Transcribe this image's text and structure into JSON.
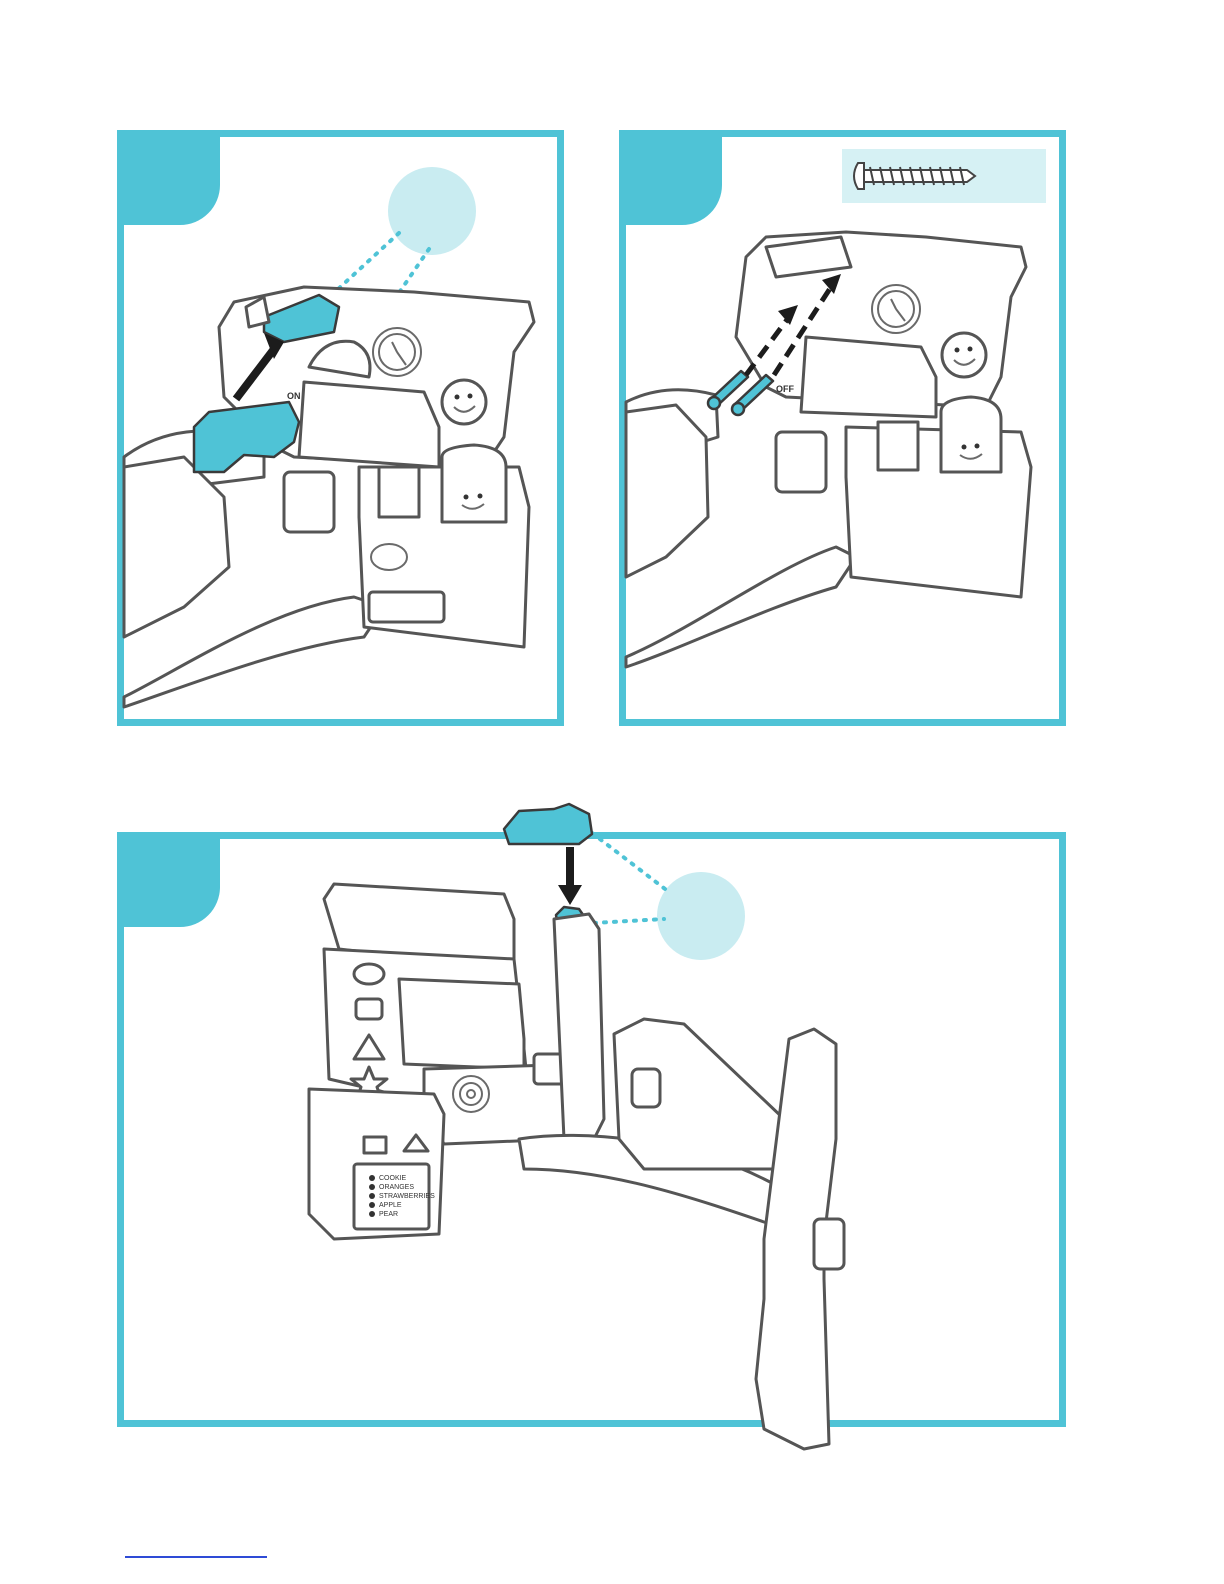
{
  "page": {
    "accent_color": "#4fc3d6",
    "callout_color": "#c9ecf1",
    "footer_rule_color": "#2e4bd6"
  },
  "steps": [
    {
      "id": "step-a",
      "tab_label": "",
      "switch_label": "ON"
    },
    {
      "id": "step-b",
      "tab_label": "",
      "switch_label": "OFF",
      "callout_icon": "screw-icon"
    },
    {
      "id": "step-c",
      "tab_label": "",
      "menu_items": [
        "COOKIE",
        "ORANGES",
        "STRAWBERRIES",
        "APPLE",
        "PEAR"
      ]
    }
  ]
}
